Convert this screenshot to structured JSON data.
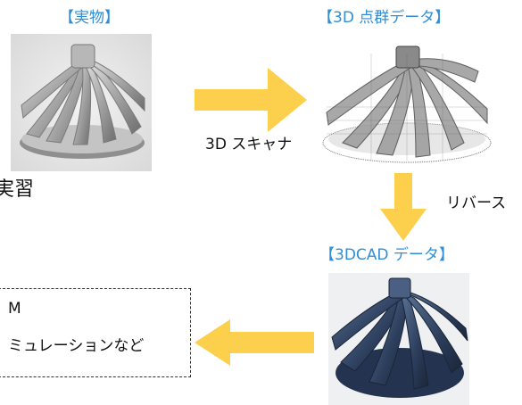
{
  "labels": {
    "real": "【実物】",
    "pointcloud": "【3D 点群データ】",
    "cad": "【3DCAD データ】",
    "scanner": "3D スキャナ",
    "reverse": "リバース",
    "left_fragment": "実習"
  },
  "box": {
    "line1": "M",
    "line2": "ミュレーションなど"
  },
  "colors": {
    "heading_blue": "#2f8fd6",
    "arrow_yellow": "#fccf4d",
    "cad_blue": "#2c3e5c"
  }
}
